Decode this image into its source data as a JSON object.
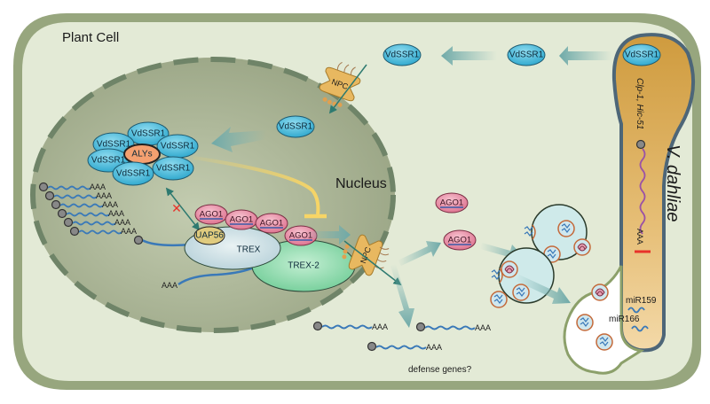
{
  "figure": {
    "labels": {
      "plant_cell": "Plant Cell",
      "nucleus": "Nucleus",
      "fungus": "V. dahliae",
      "fungal_genes": "Clp-1, Hic-51",
      "defense_genes": "defense genes?",
      "mir159": "miR159",
      "mir166": "miR166",
      "poly_a": "AAA"
    },
    "proteins": {
      "effector": "VdSSR1",
      "aly": "ALYs",
      "ago": "AGO1",
      "uap": "UAP56",
      "trex": "TREX",
      "trex2": "TREX-2",
      "npc": "NPC"
    },
    "colors": {
      "cell_wall": "#97a67e",
      "cytoplasm": "#e3ead6",
      "nucleus": "#a8b394",
      "effector": "#3bb3d4",
      "aly": "#f4a070",
      "ago": "#e27e9a",
      "uap": "#e0cb7e",
      "trex": "#c7dde4",
      "trex2": "#8fd9ae",
      "npc": "#e8b860",
      "fungus": "#d9a44a",
      "mrna": "#3a79b8",
      "inhibit_yellow": "#f7d566",
      "inhibit_red": "#e8322a",
      "arrow": "#7fb5b3"
    }
  }
}
